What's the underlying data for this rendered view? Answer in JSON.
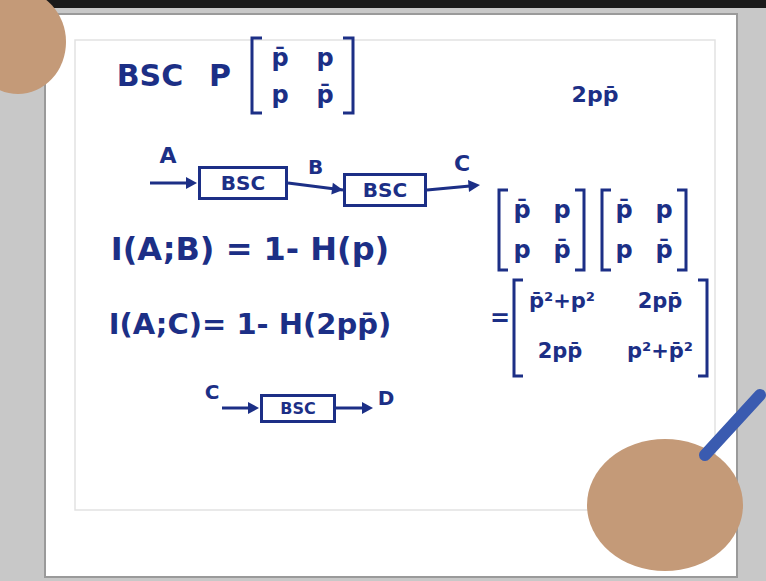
{
  "diagram": {
    "nodes": [
      {
        "text": [
          "BSC"
        ]
      },
      {
        "text": [
          "BSC"
        ]
      },
      {
        "text": [
          "BSC"
        ]
      }
    ],
    "edges": [
      {
        "from": 0,
        "to": 1,
        "arrow": "to",
        "label": "B"
      }
    ],
    "labels": [
      "BSC",
      "P",
      "p̄",
      "p",
      "p",
      "p̄",
      "2pp̄",
      "A",
      "C",
      "p̄",
      "p",
      "p",
      "p̄",
      "p̄",
      "p",
      "p",
      "p̄",
      "=",
      "p̄²+p²",
      "2pp̄",
      "2pp̄",
      "p²+p̄²",
      "I(A;B) = 1- H(p)",
      "I(A;C)= 1- H(2pp̄)",
      "C",
      "D"
    ]
  }
}
